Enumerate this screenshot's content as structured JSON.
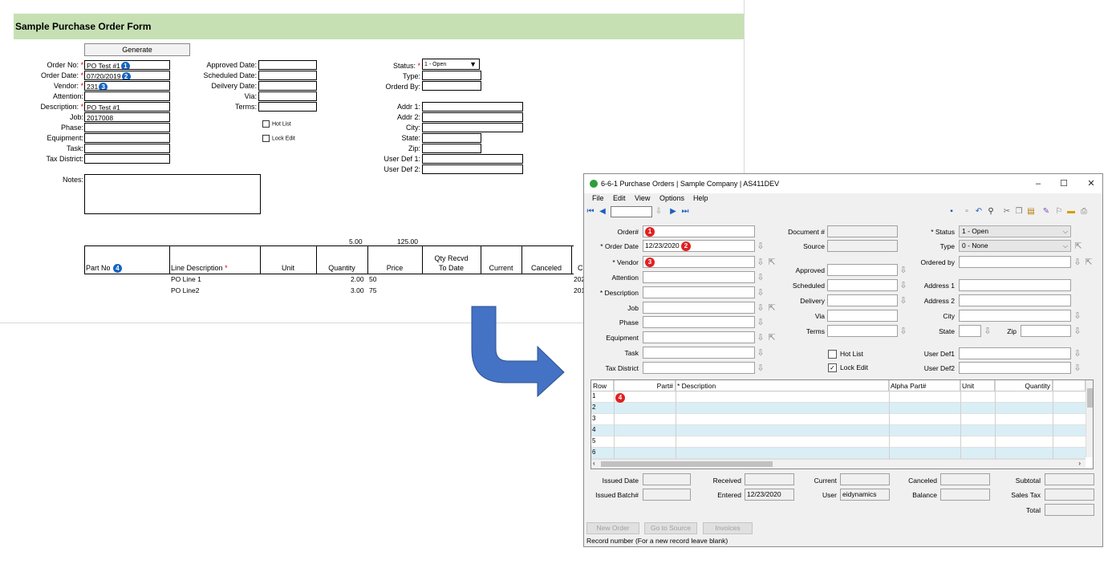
{
  "sheet": {
    "title": "Sample Purchase Order Form",
    "generate_button": "Generate",
    "left_fields": [
      {
        "label": "Order No:",
        "required": true,
        "value": "PO Test #1",
        "badge": "1"
      },
      {
        "label": "Order Date:",
        "required": true,
        "value": "07/20/2019",
        "badge": "2"
      },
      {
        "label": "Vendor:",
        "required": true,
        "value": "231",
        "badge": "3"
      },
      {
        "label": "Attention:",
        "required": false,
        "value": "",
        "badge": ""
      },
      {
        "label": "Description:",
        "required": true,
        "value": "PO Test #1",
        "badge": ""
      },
      {
        "label": "Job:",
        "required": false,
        "value": "2017008",
        "badge": ""
      },
      {
        "label": "Phase:",
        "required": false,
        "value": "",
        "badge": ""
      },
      {
        "label": "Equipment:",
        "required": false,
        "value": "",
        "badge": ""
      },
      {
        "label": "Task:",
        "required": false,
        "value": "",
        "badge": ""
      },
      {
        "label": "Tax District:",
        "required": false,
        "value": "",
        "badge": ""
      }
    ],
    "mid_fields": [
      {
        "label": "Approved Date:",
        "value": ""
      },
      {
        "label": "Scheduled Date:",
        "value": ""
      },
      {
        "label": "Deilvery Date:",
        "value": ""
      },
      {
        "label": "Via:",
        "value": ""
      },
      {
        "label": "Terms:",
        "value": ""
      }
    ],
    "hot_list": "Hot List",
    "lock_edit": "Lock Edit",
    "status_label": "Status:",
    "status_value": "1 - Open",
    "type_label": "Type:",
    "ordered_by_label": "Orderd By:",
    "addr_fields": [
      {
        "label": "Addr 1:"
      },
      {
        "label": "Addr 2:"
      },
      {
        "label": "City:"
      },
      {
        "label": "State:"
      },
      {
        "label": "Zip:"
      },
      {
        "label": "User Def 1:"
      },
      {
        "label": "User Def 2:"
      }
    ],
    "notes_label": "Notes:",
    "totals": {
      "quantity": "5.00",
      "price": "125.00"
    },
    "columns": {
      "part_no": "Part No",
      "part_badge": "4",
      "line_description": "Line Description",
      "unit": "Unit",
      "quantity": "Quantity",
      "price": "Price",
      "qty_recvd_1": "Qty Recvd",
      "qty_recvd_2": "To Date",
      "current": "Current",
      "canceled": "Canceled",
      "c_cut": "C"
    },
    "lines": [
      {
        "desc": "PO Line 1",
        "qty": "2.00",
        "price": "50",
        "cut": "202"
      },
      {
        "desc": "PO Line2",
        "qty": "3.00",
        "price": "75",
        "cut": "201"
      }
    ]
  },
  "window": {
    "title": "6-6-1 Purchase Orders | Sample Company | AS411DEV",
    "controls": {
      "minimize": "–",
      "maximize": "☐",
      "close": "✕"
    },
    "menu": [
      "File",
      "Edit",
      "View",
      "Options",
      "Help"
    ],
    "left_fields": [
      {
        "label": "Order#",
        "value": "",
        "badge": "1"
      },
      {
        "label": "* Order Date",
        "value": "12/23/2020",
        "badge": "2"
      },
      {
        "label": "* Vendor",
        "value": "",
        "badge": "3"
      },
      {
        "label": "Attention",
        "value": "",
        "badge": ""
      },
      {
        "label": "* Description",
        "value": "",
        "badge": ""
      },
      {
        "label": "Job",
        "value": "",
        "badge": ""
      },
      {
        "label": "Phase",
        "value": "",
        "badge": ""
      },
      {
        "label": "Equipment",
        "value": "",
        "badge": ""
      },
      {
        "label": "Task",
        "value": "",
        "badge": ""
      },
      {
        "label": "Tax District",
        "value": "",
        "badge": ""
      }
    ],
    "mid_top": [
      {
        "label": "Document #"
      },
      {
        "label": "Source"
      }
    ],
    "mid_fields": [
      {
        "label": "Approved"
      },
      {
        "label": "Scheduled"
      },
      {
        "label": "Delivery"
      },
      {
        "label": "Via"
      },
      {
        "label": "Terms"
      }
    ],
    "hot_list": "Hot List",
    "lock_edit": "Lock Edit",
    "status_label": "* Status",
    "status_value": "1 - Open",
    "type_label": "Type",
    "type_value": "0 - None",
    "ordered_by_label": "Ordered by",
    "address1": "Address 1",
    "address2": "Address 2",
    "city": "City",
    "state": "State",
    "zip": "Zip",
    "user_def1": "User Def1",
    "user_def2": "User Def2",
    "grid": {
      "headers": [
        "Row",
        "Part#",
        "* Description",
        "Alpha Part#",
        "Unit",
        "Quantity"
      ],
      "rows": [
        "1",
        "2",
        "3",
        "4",
        "5",
        "6"
      ],
      "badge": "4"
    },
    "bottom": {
      "issued_date": "Issued Date",
      "issued_batch": "Issued Batch#",
      "received": "Received",
      "entered": "Entered",
      "entered_value": "12/23/2020",
      "current": "Current",
      "user": "User",
      "user_value": "eidynamics",
      "canceled": "Canceled",
      "balance": "Balance",
      "subtotal": "Subtotal",
      "sales_tax": "Sales Tax",
      "total": "Total"
    },
    "buttons": [
      "New Order",
      "Go to Source",
      "Invoices"
    ],
    "status_bar": "Record number (For a new record leave blank)"
  }
}
